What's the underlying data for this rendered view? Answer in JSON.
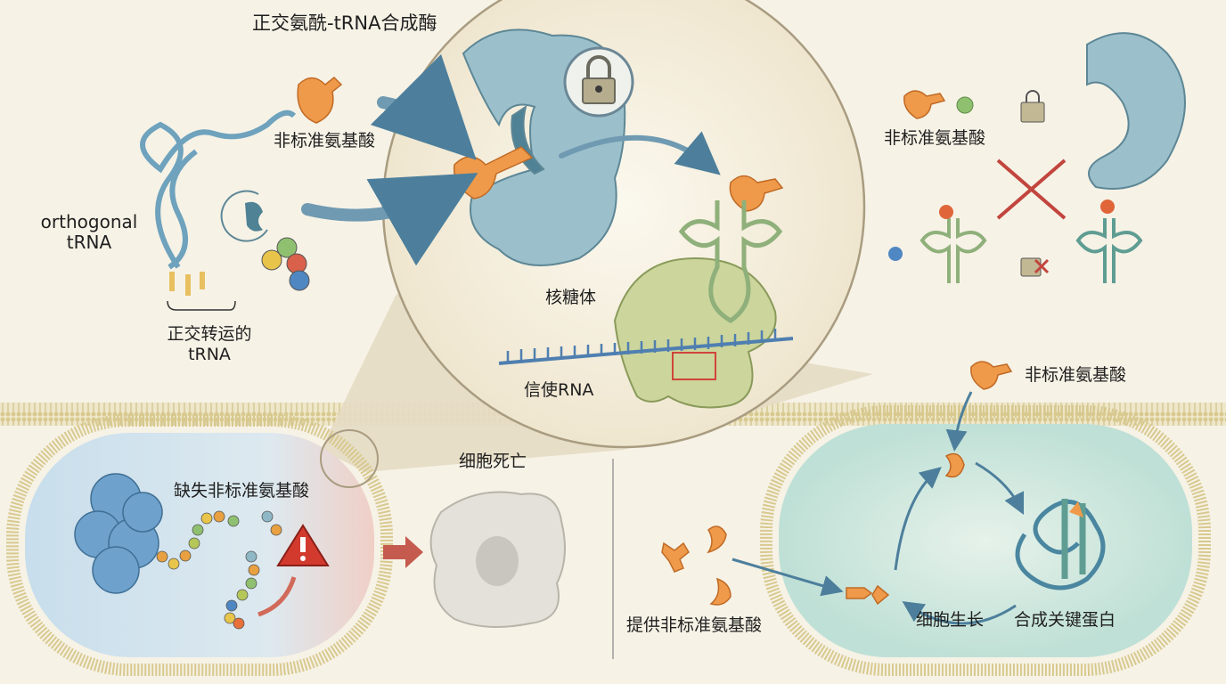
{
  "labels": {
    "synthetase": "正交氨酰-tRNA合成酶",
    "ncaa_top": "非标准氨基酸",
    "orthogonal_trna_en": "orthogonal tRNA",
    "orthogonal_trna_cn_line1": "正交转运的",
    "orthogonal_trna_cn_line2": "tRNA",
    "ribosome": "核糖体",
    "mrna": "信使RNA",
    "ncaa_right_top": "非标准氨基酸",
    "ncaa_right_mid": "非标准氨基酸",
    "missing_ncaa": "缺失非标准氨基酸",
    "cell_death": "细胞死亡",
    "supply_ncaa": "提供非标准氨基酸",
    "cell_growth": "细胞生长",
    "key_protein": "合成关键蛋白"
  },
  "colors": {
    "background": "#f6f2e6",
    "protein_blue": "#8fb8c6",
    "amino_orange": "#ef9a4a",
    "trna_green": "#8fb07a",
    "ribosome": "#c9d49a",
    "cell_left": "#cfe3ee",
    "cell_right": "#cfe8df",
    "warning_red": "#d23a2e",
    "arrow_blue": "#4d7f9c"
  }
}
